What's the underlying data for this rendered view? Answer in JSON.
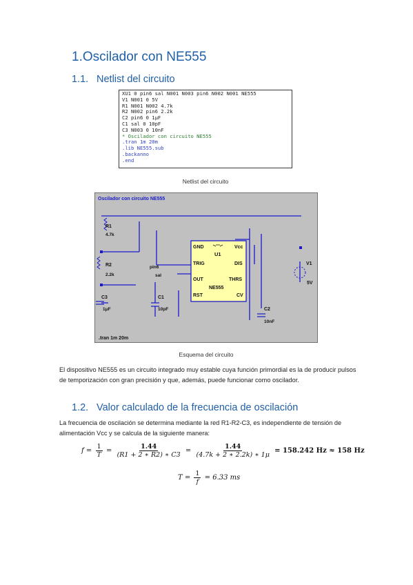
{
  "heading1": {
    "number": "1.",
    "title": "Oscilador con NE555"
  },
  "section11": {
    "number": "1.1.",
    "title": "Netlist del circuito"
  },
  "netlist": {
    "lines": [
      {
        "text": "XU1 0 pin6 sal N001 N003 pin6 N002 N001 NE555",
        "kind": "code"
      },
      {
        "text": "V1 N001 0 5V",
        "kind": "code"
      },
      {
        "text": "R1 N001 N002 4.7k",
        "kind": "code"
      },
      {
        "text": "R2 N002 pin6 2.2k",
        "kind": "code"
      },
      {
        "text": "C2 pin6 0 1μF",
        "kind": "code"
      },
      {
        "text": "C1 sal 0 10pF",
        "kind": "code"
      },
      {
        "text": "C3 N003 0 10nF",
        "kind": "code"
      },
      {
        "text": "* Oscilador con circuito NE555",
        "kind": "comment"
      },
      {
        "text": ".tran 1m 20m",
        "kind": "dir"
      },
      {
        "text": ".lib NE555.sub",
        "kind": "dir"
      },
      {
        "text": ".backanno",
        "kind": "dir"
      },
      {
        "text": ".end",
        "kind": "dir"
      }
    ],
    "caption": "Netlist del circuito"
  },
  "schematic": {
    "title": "Oscilador con circuito NE555",
    "r1_name": "R1",
    "r1_value": "4.7k",
    "r2_name": "R2",
    "r2_value": "2.2k",
    "c3_name": "C3",
    "c3_value": "1μF",
    "c1_name": "C1",
    "c1_value": "10pF",
    "c2_name": "C2",
    "c2_value": "10nF",
    "v1_name": "V1",
    "v1_value": "5V",
    "pin6_label": "pin6",
    "sal_label": "sal",
    "ic_name": "U1",
    "ic_model": "NE555",
    "pin_gnd": "GND",
    "pin_vcc": "Vcc",
    "pin_trig": "TRIG",
    "pin_dis": "DIS",
    "pin_out": "OUT",
    "pin_thrs": "THRS",
    "pin_rst": "RST",
    "pin_cv": "CV",
    "directive": ".tran 1m 20m",
    "caption": "Esquema del circuito",
    "colors": {
      "background": "#c0c0c0",
      "wire": "#1a1acc",
      "ic_fill": "#ffffaa",
      "title": "#1a1acc"
    }
  },
  "paragraph1": "El dispositivo NE555 es un circuito integrado muy estable cuya función primordial es la de producir pulsos de temporización con gran precisión y que, además, puede funcionar como oscilador.",
  "section12": {
    "number": "1.2.",
    "title": "Valor calculado de la frecuencia de oscilación"
  },
  "paragraph2": "La frecuencia de oscilación se determina mediante la red R1-R2-C3, es independiente de tensión de alimentación Vcc y se calcula de la siguiente manera:",
  "formula_f": {
    "lhs": "f =",
    "f1_num": "1",
    "f1_den": "T",
    "eq": "=",
    "f2_num": "1.44",
    "f2_den": "(R1 + 2 ∗ R2) ∗ C3",
    "f3_num": "1.44",
    "f3_den": "(4.7k + 2 ∗ 2.2k) ∗ 1μ",
    "result": "= 158.242 Hz ≈ 158 Hz"
  },
  "formula_t": {
    "lhs": "T =",
    "num": "1",
    "den": "f",
    "result": "= 6.33 ms"
  }
}
